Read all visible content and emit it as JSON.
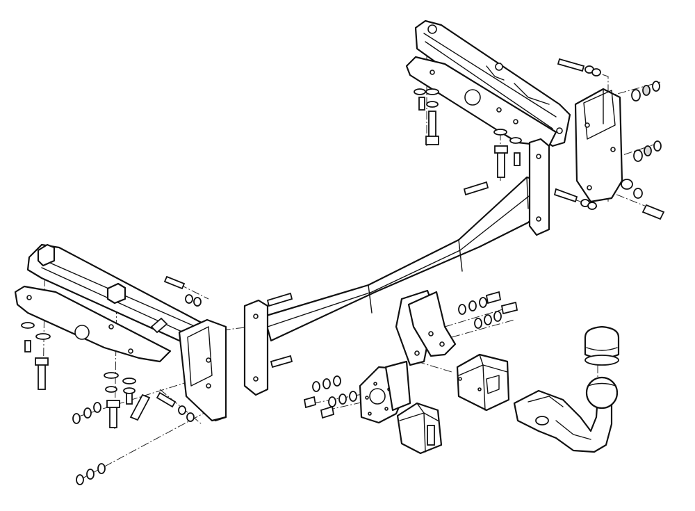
{
  "diagram": {
    "kind": "exploded-assembly",
    "colors": {
      "line": "#111111",
      "background": "#ffffff",
      "fill": "#ffffff",
      "shade": "#d9d9d9"
    },
    "parts": [
      "left-side-bracket",
      "left-lower-plate",
      "right-side-bracket",
      "right-lower-plate",
      "rear-crossbar",
      "right-end-plate",
      "center-mount-brackets",
      "electrical-socket-plate",
      "electrical-socket",
      "ball-receiver-housing",
      "tow-ball-neck",
      "tow-ball",
      "ball-cover-cap"
    ]
  }
}
